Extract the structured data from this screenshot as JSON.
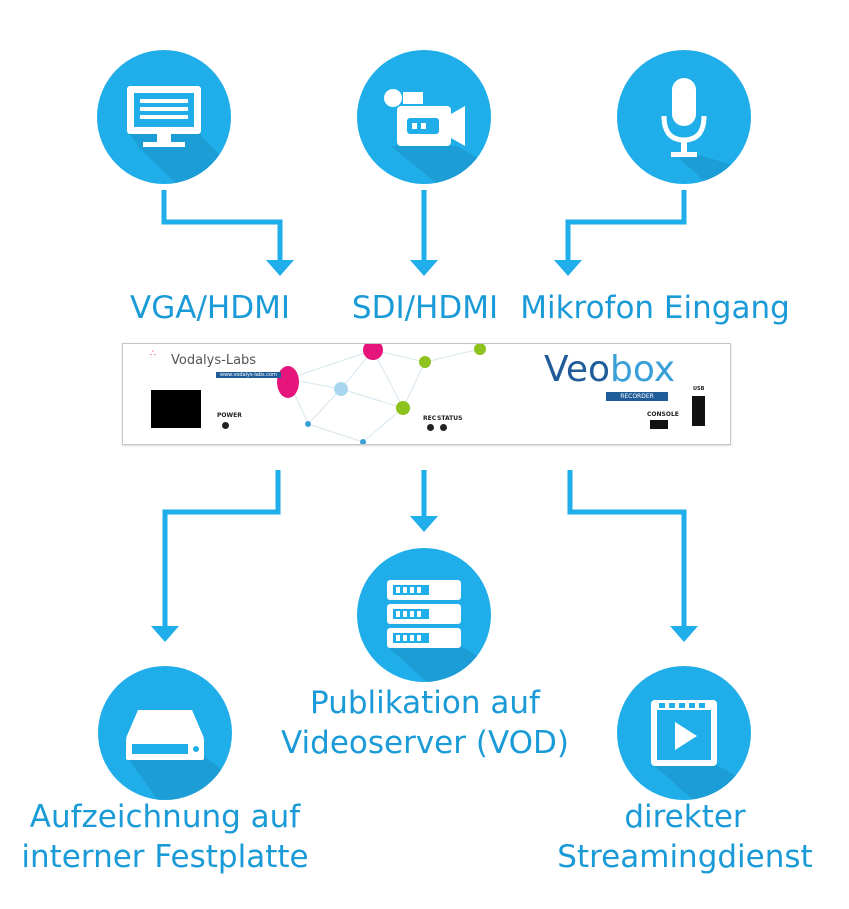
{
  "inputs": [
    {
      "label": "VGA/HDMI",
      "icon": "monitor-icon"
    },
    {
      "label": "SDI/HDMI",
      "icon": "video-camera-icon"
    },
    {
      "label": "Mikrofon Eingang",
      "icon": "microphone-icon"
    }
  ],
  "device": {
    "brand": "Vodalys-Labs",
    "brand_url": "www.vodalys-labs.com",
    "product_name_part1": "Veo",
    "product_name_part2": "box",
    "product_subtitle": "RECORDER",
    "power_label": "POWER",
    "rec_label": "REC",
    "status_label": "STATUS",
    "console_label": "CONSOLE",
    "usb_label": "USB"
  },
  "outputs": [
    {
      "label_line1": "Aufzeichnung auf",
      "label_line2": "interner Festplatte",
      "icon": "hard-drive-icon"
    },
    {
      "label_line1": "Publikation auf",
      "label_line2": "Videoserver (VOD)",
      "icon": "server-icon"
    },
    {
      "label_line1": "direkter",
      "label_line2": "Streamingdienst",
      "icon": "video-player-icon"
    }
  ],
  "colors": {
    "icon_circle": "#1faee9",
    "label_text": "#1a9bd7",
    "arrow": "#1faee9",
    "shadow": "#1a8fc4"
  }
}
